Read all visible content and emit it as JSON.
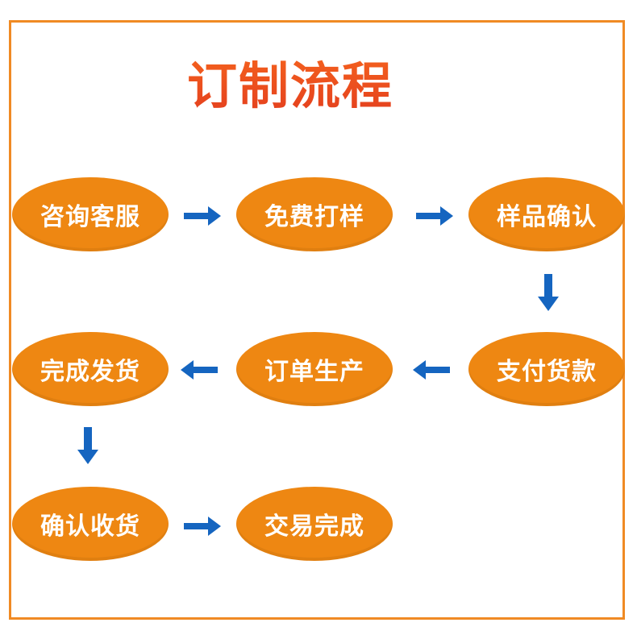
{
  "title": "订制流程",
  "colors": {
    "frame": "#f08a24",
    "node": "#ee8712",
    "node_text": "#ffffff",
    "title": "#e84a1e",
    "arrow": "#1565c0"
  },
  "steps": [
    {
      "label": "咨询客服"
    },
    {
      "label": "免费打样"
    },
    {
      "label": "样品确认"
    },
    {
      "label": "支付货款"
    },
    {
      "label": "订单生产"
    },
    {
      "label": "完成发货"
    },
    {
      "label": "确认收货"
    },
    {
      "label": "交易完成"
    }
  ],
  "arrows": [
    {
      "from": "咨询客服",
      "to": "免费打样",
      "direction": "right"
    },
    {
      "from": "免费打样",
      "to": "样品确认",
      "direction": "right"
    },
    {
      "from": "样品确认",
      "to": "支付货款",
      "direction": "down"
    },
    {
      "from": "支付货款",
      "to": "订单生产",
      "direction": "left"
    },
    {
      "from": "订单生产",
      "to": "完成发货",
      "direction": "left"
    },
    {
      "from": "完成发货",
      "to": "确认收货",
      "direction": "down"
    },
    {
      "from": "确认收货",
      "to": "交易完成",
      "direction": "right"
    }
  ]
}
